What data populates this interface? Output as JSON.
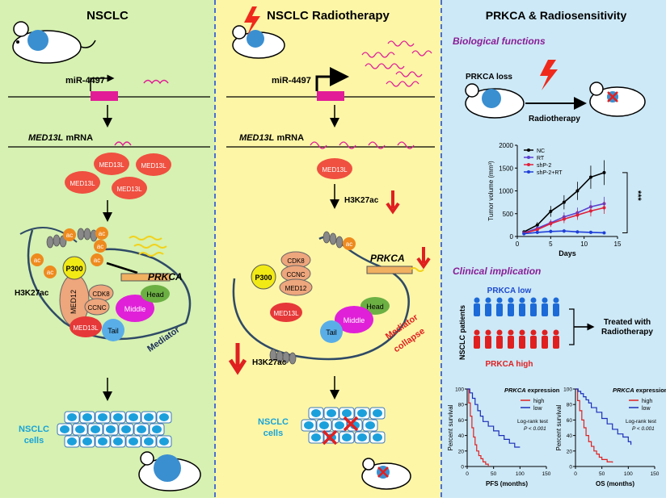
{
  "panels": {
    "p1": {
      "title": "NSCLC",
      "mirna": "miR-4497",
      "mrna_gene": "MED13L",
      "mrna_suffix": " mRNA",
      "protein": "MED13L",
      "ac": "ac",
      "p300": "P300",
      "med12": "MED12",
      "cdk8": "CDK8",
      "ccnc": "CCNC",
      "head": "Head",
      "middle": "Middle",
      "tail": "Tail",
      "mediator": "Mediator",
      "prkca": "PRKCA",
      "h3k27ac": "H3K27ac",
      "cells": "NSCLC",
      "cells2": "cells"
    },
    "p2": {
      "title": "NSCLC Radiotherapy",
      "mirna": "miR-4497",
      "mrna_gene": "MED13L",
      "mrna_suffix": " mRNA",
      "protein": "MED13L",
      "ac": "ac",
      "h3k27ac_top": "H3K27ac",
      "prkca": "PRKCA",
      "cdk8": "CDK8",
      "ccnc": "CCNC",
      "p300": "P300",
      "med12": "MED12",
      "head": "Head",
      "middle": "Middle",
      "tail": "Tail",
      "collapse1": "Mediator",
      "collapse2": "collapse",
      "h3k27ac_bottom": "H3K27ac",
      "cells": "NSCLC",
      "cells2": "cells"
    },
    "p3": {
      "title": "PRKCA & Radiosensitivity",
      "bio_heading": "Biological functions",
      "prkca_loss": "PRKCA loss",
      "radiotherapy": "Radiotherapy",
      "clinical_heading": "Clinical implication",
      "prkca_low": "PRKCA low",
      "prkca_high": "PRKCA high",
      "nsclc_patients": "NSCLC patients",
      "treated1": "Treated with",
      "treated2": "Radiotherapy"
    }
  },
  "chart_data": [
    {
      "type": "line",
      "xlabel": "Days",
      "ylabel": "Tumor volume (mm³)",
      "xlim": [
        0,
        15
      ],
      "ylim": [
        0,
        2000
      ],
      "xticks": [
        "0",
        "5",
        "10",
        "15"
      ],
      "yticks": [
        "0",
        "500",
        "1000",
        "1500",
        "2000"
      ],
      "significance": "***",
      "legend_placement": "top-left",
      "x": [
        1,
        3,
        5,
        7,
        9,
        11,
        13
      ],
      "series": [
        {
          "name": "NC",
          "color": "#000000",
          "values": [
            100,
            250,
            550,
            750,
            1000,
            1300,
            1400
          ]
        },
        {
          "name": "RT",
          "color": "#5b3fd0",
          "values": [
            80,
            180,
            300,
            430,
            520,
            650,
            720
          ]
        },
        {
          "name": "shP-2",
          "color": "#e0203a",
          "values": [
            70,
            150,
            280,
            380,
            470,
            560,
            630
          ]
        },
        {
          "name": "shP-2+RT",
          "color": "#1f3fd8",
          "values": [
            60,
            90,
            110,
            120,
            100,
            90,
            80
          ]
        }
      ]
    },
    {
      "type": "line",
      "title": "PRKCA expression",
      "xlabel": "PFS (months)",
      "ylabel": "Percent survival",
      "xlim": [
        0,
        150
      ],
      "ylim": [
        0,
        100
      ],
      "xticks": [
        "0",
        "50",
        "100",
        "150"
      ],
      "yticks": [
        "0",
        "20",
        "40",
        "60",
        "80",
        "100"
      ],
      "annotation": "Log-rank test",
      "pvalue": "P < 0.001",
      "series": [
        {
          "name": "high",
          "color": "#e02020",
          "x": [
            0,
            3,
            6,
            9,
            12,
            15,
            18,
            22,
            26,
            30,
            35,
            40
          ],
          "values": [
            100,
            82,
            65,
            50,
            38,
            28,
            20,
            14,
            10,
            6,
            3,
            0
          ]
        },
        {
          "name": "low",
          "color": "#1c2fb8",
          "x": [
            0,
            5,
            10,
            15,
            20,
            25,
            30,
            40,
            50,
            60,
            70,
            80,
            90,
            100
          ],
          "values": [
            100,
            95,
            88,
            80,
            72,
            65,
            58,
            52,
            46,
            40,
            35,
            30,
            25,
            25
          ]
        }
      ]
    },
    {
      "type": "line",
      "title": "PRKCA expression",
      "xlabel": "OS (months)",
      "ylabel": "Percent survival",
      "xlim": [
        0,
        150
      ],
      "ylim": [
        0,
        100
      ],
      "xticks": [
        "0",
        "50",
        "100",
        "150"
      ],
      "yticks": [
        "0",
        "20",
        "40",
        "60",
        "80",
        "100"
      ],
      "annotation": "Log-rank test",
      "pvalue": "P < 0.001",
      "series": [
        {
          "name": "high",
          "color": "#e02020",
          "x": [
            0,
            4,
            8,
            12,
            16,
            20,
            25,
            30,
            35,
            40,
            45,
            50,
            60,
            70
          ],
          "values": [
            100,
            85,
            72,
            60,
            50,
            40,
            32,
            26,
            20,
            16,
            12,
            9,
            6,
            5
          ]
        },
        {
          "name": "low",
          "color": "#1c2fb8",
          "x": [
            0,
            5,
            10,
            15,
            20,
            25,
            30,
            40,
            50,
            60,
            70,
            80,
            90,
            100,
            105
          ],
          "values": [
            100,
            97,
            94,
            90,
            86,
            82,
            76,
            70,
            62,
            55,
            48,
            42,
            38,
            32,
            28
          ]
        }
      ]
    }
  ]
}
